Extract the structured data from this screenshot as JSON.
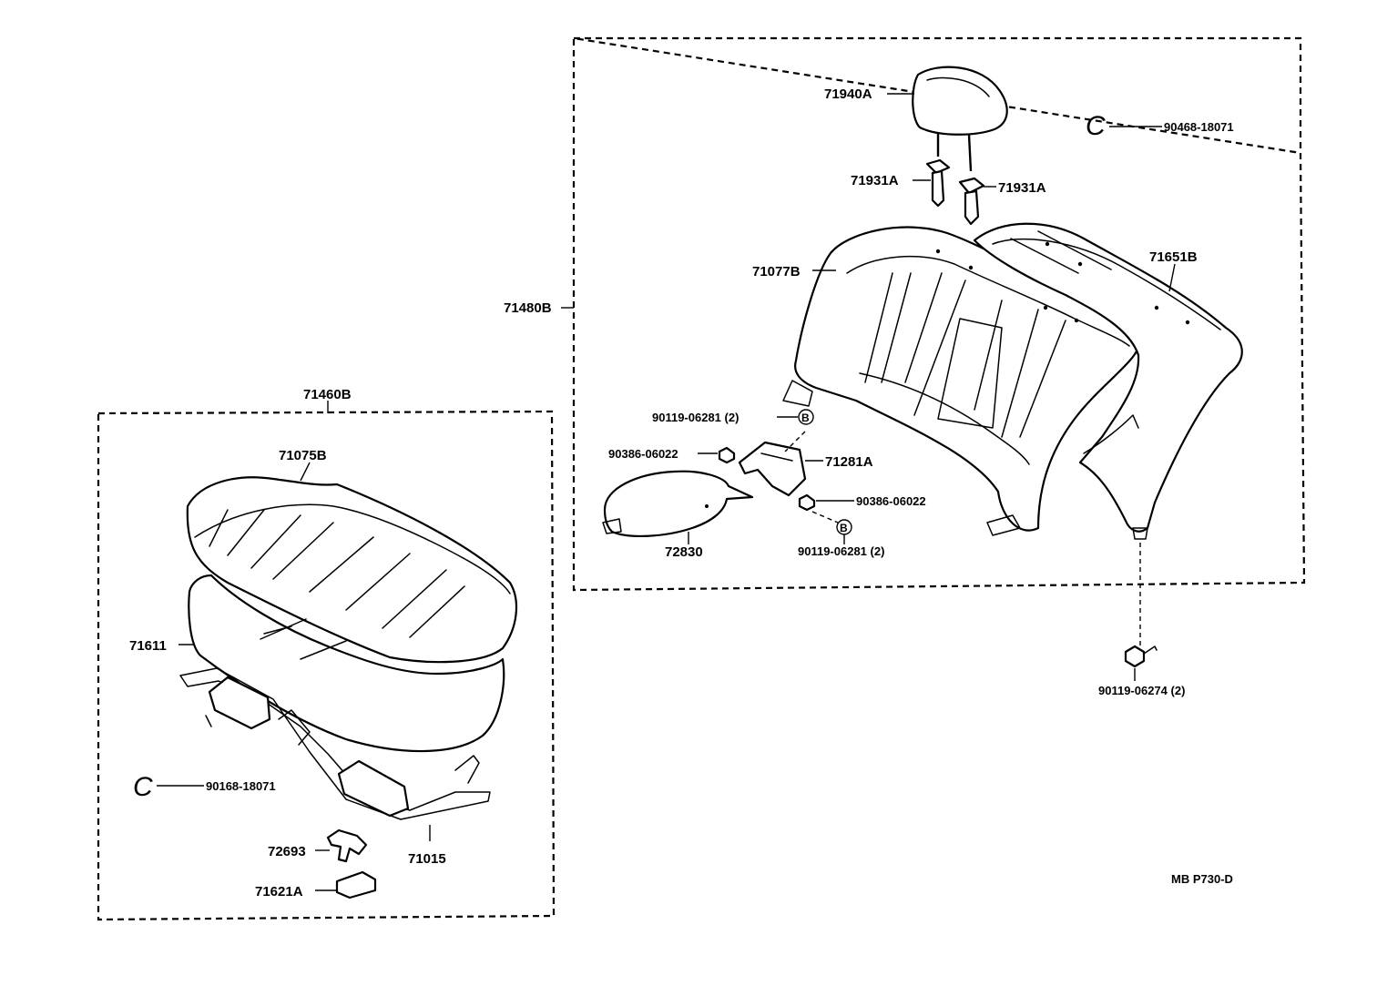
{
  "diagram": {
    "drawing_code": "MB P730-D",
    "groups": {
      "rear_back": "71480B",
      "rear_cushion": "71460B"
    },
    "labels": {
      "headrest": "71940A",
      "support_left": "71931A",
      "support_right": "71931A",
      "clip_back": "90468-18071",
      "back_cover_right": "71651B",
      "back_cover_left": "71077B",
      "bolt_b_top": "90119-06281 (2)",
      "nut_left": "90386-06022",
      "hinge": "71281A",
      "nut_right": "90386-06022",
      "bolt_b_bottom": "90119-06281 (2)",
      "armrest": "72830",
      "bolt_bottom": "90119-06274 (2)",
      "cushion_cover": "71075B",
      "cushion_pad": "71611",
      "clip_cushion": "90168-18071",
      "frame": "71015",
      "hook": "72693",
      "stopper": "71621A"
    },
    "markers": {
      "clip_symbol": "C",
      "bolt_symbol": "B"
    }
  }
}
